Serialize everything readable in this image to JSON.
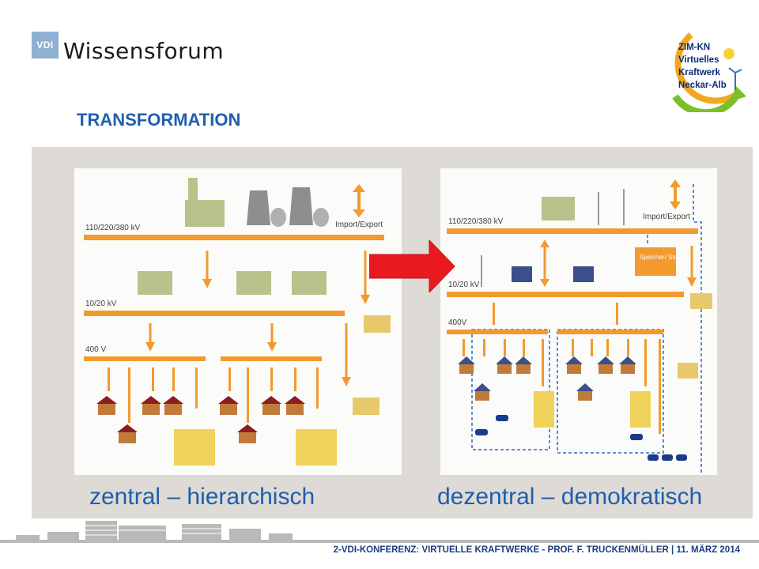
{
  "header": {
    "vdi_label": "VDI",
    "brand": "Wissensforum",
    "title": "TRANSFORMATION",
    "logo_lines": [
      "ZIM-KN",
      "Virtuelles",
      "Kraftwerk",
      "Neckar-Alb"
    ]
  },
  "left_diagram": {
    "labels": {
      "hv": "110/220/380 kV",
      "mv": "10/20 kV",
      "lv": "400 V",
      "import": "Import/Export"
    },
    "caption": "zentral – hierarchisch"
  },
  "right_diagram": {
    "labels": {
      "hv": "110/220/380 kV",
      "mv": "10/20 kV",
      "lv": "400V",
      "import": "Import/Export",
      "storage": "Speicher/ Storage"
    },
    "caption": "dezentral – demokratisch"
  },
  "footer": {
    "text": "2-VDI-KONFERENZ: VIRTUELLE KRAFTWERKE - PROF. F. TRUCKENMÜLLER | 11. MÄRZ 2014"
  },
  "colors": {
    "title_blue": "#1f5fae",
    "grid_orange": "#f29a2e",
    "arrow_red": "#e8191f",
    "stage_grey": "#dedad5"
  }
}
